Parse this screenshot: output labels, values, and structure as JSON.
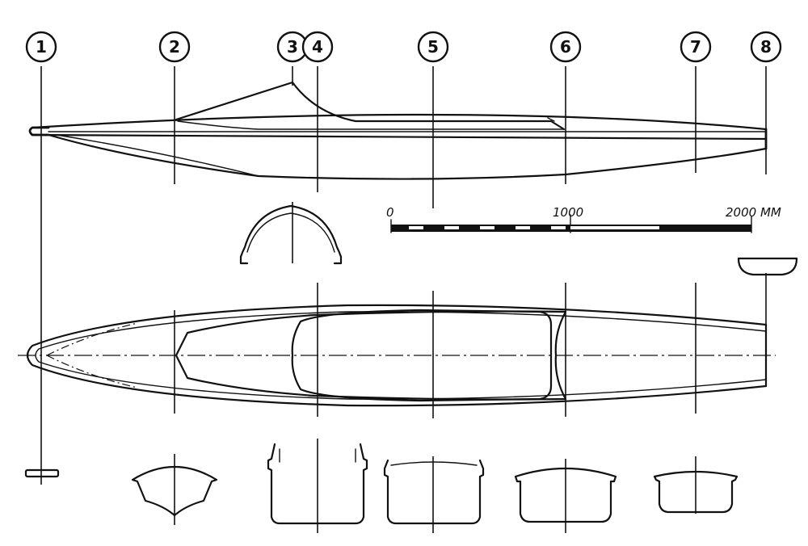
{
  "station_markers": [
    {
      "label": "1"
    },
    {
      "label": "2"
    },
    {
      "label": "3"
    },
    {
      "label": "4"
    },
    {
      "label": "5"
    },
    {
      "label": "6"
    },
    {
      "label": "7"
    },
    {
      "label": "8"
    }
  ],
  "scale": {
    "tick_start": "0",
    "tick_mid": "1000",
    "tick_end": "2000 MM"
  },
  "colors": {
    "ink": "#111111",
    "paper": "#ffffff"
  }
}
